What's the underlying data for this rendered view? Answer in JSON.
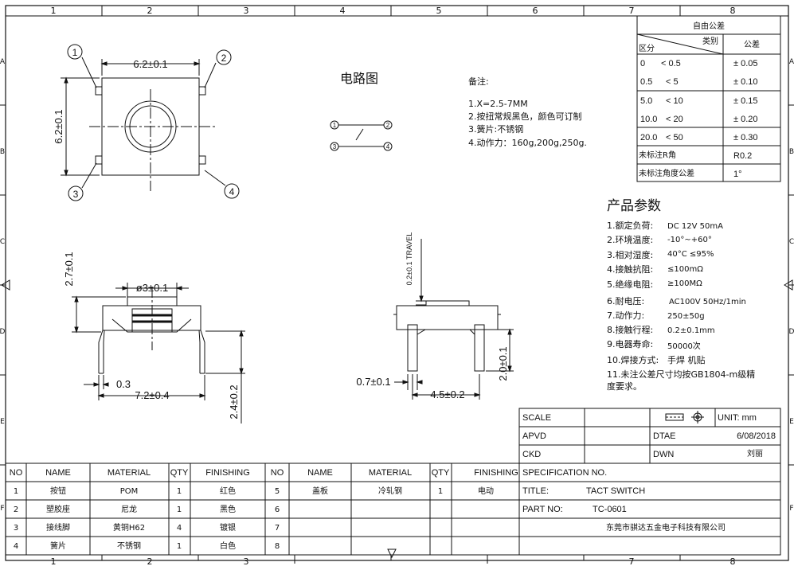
{
  "frame": {
    "col_labels": [
      "1",
      "2",
      "3",
      "4",
      "5",
      "6",
      "7",
      "8"
    ],
    "row_labels": [
      "A",
      "B",
      "C",
      "D",
      "E",
      "F"
    ]
  },
  "tolerance_table": {
    "title": "自由公差",
    "header_category": "类别",
    "header_range": "区分",
    "header_tol": "公差",
    "rows": [
      {
        "a": "0",
        "b": "< 0.5",
        "tol": "± 0.05"
      },
      {
        "a": "0.5",
        "b": "< 5",
        "tol": "± 0.10"
      },
      {
        "a": "5.0",
        "b": "< 10",
        "tol": "± 0.15"
      },
      {
        "a": "10.0",
        "b": "< 20",
        "tol": "± 0.20"
      },
      {
        "a": "20.0",
        "b": "< 50",
        "tol": "± 0.30"
      }
    ],
    "r_label": "未标注R角",
    "r_value": "R0.2",
    "angle_label": "未标注角度公差",
    "angle_value": "1°"
  },
  "top_view": {
    "dim_width": "6.2±0.1",
    "dim_height": "6.2±0.1",
    "pins": [
      "1",
      "2",
      "3",
      "4"
    ]
  },
  "circuit": {
    "title": "电路图",
    "pins": [
      "1",
      "2",
      "3",
      "4"
    ]
  },
  "notes": {
    "title": "备注:",
    "items": [
      "1.X=2.5-7MM",
      "2.按扭常规黑色，颜色可订制",
      "3.簧片:不锈钢",
      "4.动作力：160g,200g,250g."
    ]
  },
  "params": {
    "title": "产品参数",
    "items": [
      {
        "label": "1.额定负荷:",
        "value": "DC 12V 50mA"
      },
      {
        "label": "2.环境温度:",
        "value": "-10°~+60°"
      },
      {
        "label": "3.相对湿度:",
        "value": "40°C  ≤95%"
      },
      {
        "label": "4.接触抗阻:",
        "value": "≤100mΩ"
      },
      {
        "label": "5.绝缘电阻:",
        "value": "≥100MΩ"
      },
      {
        "label": "6.耐电压:",
        "value": "AC100V 50Hz/1min"
      },
      {
        "label": "7.动作力:",
        "value": "250±50g"
      },
      {
        "label": "8.接触行程:",
        "value": "0.2±0.1mm"
      },
      {
        "label": "9.电器寿命:",
        "value": "50000次"
      },
      {
        "label": "10.焊接方式:",
        "value": "手焊 机贴"
      }
    ],
    "note_line1": "11.未注公差尺寸均按GB1804-m级精",
    "note_line2": "度要求。"
  },
  "side_view_left": {
    "dim_cap": "ø3±0.1",
    "dim_height": "2.7±0.1",
    "dim_pin": "0.3",
    "dim_width": "7.2±0.4",
    "dim_leg": "2.4±0.2"
  },
  "side_view_right": {
    "dim_travel": "0.2±0.1 TRAVEL",
    "dim_pin_w": "0.7±0.1",
    "dim_pitch": "4.5±0.2",
    "dim_leg": "2.0±0.1"
  },
  "title_block": {
    "scale_label": "SCALE",
    "unit_label": "UNIT: mm",
    "apvd_label": "APVD",
    "dtae_label": "DTAE",
    "date": "6/08/2018",
    "ckd_label": "CKD",
    "dwn_label": "DWN",
    "dwn_name": "刘丽",
    "spec_label": "SPECIFICATION  NO.",
    "title_label": "TITLE:",
    "title_value": "TACT  SWITCH",
    "part_label": "PART  NO:",
    "part_value": "TC-0601",
    "company": "东莞市骐达五金电子科技有限公司"
  },
  "bom": {
    "headers": [
      "NO",
      "NAME",
      "MATERIAL",
      "QTY",
      "FINISHING",
      "NO",
      "NAME",
      "MATERIAL",
      "QTY",
      "FINISHING"
    ],
    "rows": [
      [
        "1",
        "按钮",
        "POM",
        "1",
        "红色",
        "5",
        "盖板",
        "冷轧钢",
        "1",
        "电动"
      ],
      [
        "2",
        "塑胶座",
        "尼龙",
        "1",
        "黑色",
        "6",
        "",
        "",
        "",
        ""
      ],
      [
        "3",
        "接线脚",
        "黄铜H62",
        "4",
        "镀银",
        "7",
        "",
        "",
        "",
        ""
      ],
      [
        "4",
        "簧片",
        "不锈钢",
        "1",
        "白色",
        "8",
        "",
        "",
        "",
        ""
      ]
    ]
  }
}
